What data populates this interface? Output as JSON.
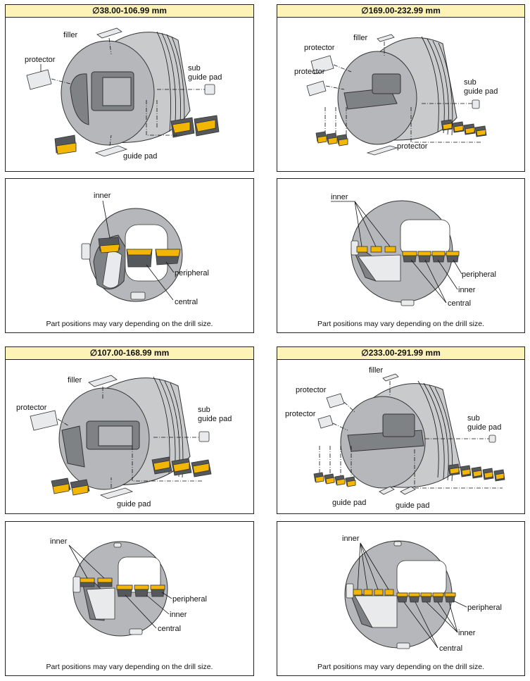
{
  "panels": {
    "p1": {
      "title": "∅38.00-106.99 mm",
      "labels": {
        "filler": "filler",
        "protector": "protector",
        "sub": "sub",
        "guide_pad_sub": "guide pad",
        "guide_pad": "guide pad"
      }
    },
    "p2": {
      "title": "∅169.00-232.99 mm",
      "labels": {
        "filler": "filler",
        "protector1": "protector",
        "protector2": "protector",
        "sub": "sub",
        "guide_pad_sub": "guide pad",
        "protector3": "protector"
      }
    },
    "p3": {
      "labels": {
        "inner": "inner",
        "peripheral": "peripheral",
        "central": "central"
      },
      "caption": "Part positions may vary depending on the drill size."
    },
    "p4": {
      "labels": {
        "inner": "inner",
        "peripheral": "peripheral",
        "inner2": "inner",
        "central": "central"
      },
      "caption": "Part positions may vary depending on the drill size."
    },
    "p5": {
      "title": "∅107.00-168.99 mm",
      "labels": {
        "filler": "filler",
        "protector": "protector",
        "sub": "sub",
        "guide_pad_sub": "guide pad",
        "guide_pad": "guide pad"
      }
    },
    "p6": {
      "title": "∅233.00-291.99 mm",
      "labels": {
        "filler": "filler",
        "protector1": "protector",
        "protector2": "protector",
        "sub": "sub",
        "guide_pad_sub": "guide pad",
        "guide_pad1": "guide pad",
        "guide_pad2": "guide pad"
      }
    },
    "p7": {
      "labels": {
        "inner": "inner",
        "peripheral": "peripheral",
        "inner2": "inner",
        "central": "central"
      },
      "caption": "Part positions may vary depending on the drill size."
    },
    "p8": {
      "labels": {
        "inner": "inner",
        "peripheral": "peripheral",
        "inner2": "inner",
        "central": "central"
      },
      "caption": "Part positions may vary depending on the drill size."
    }
  }
}
